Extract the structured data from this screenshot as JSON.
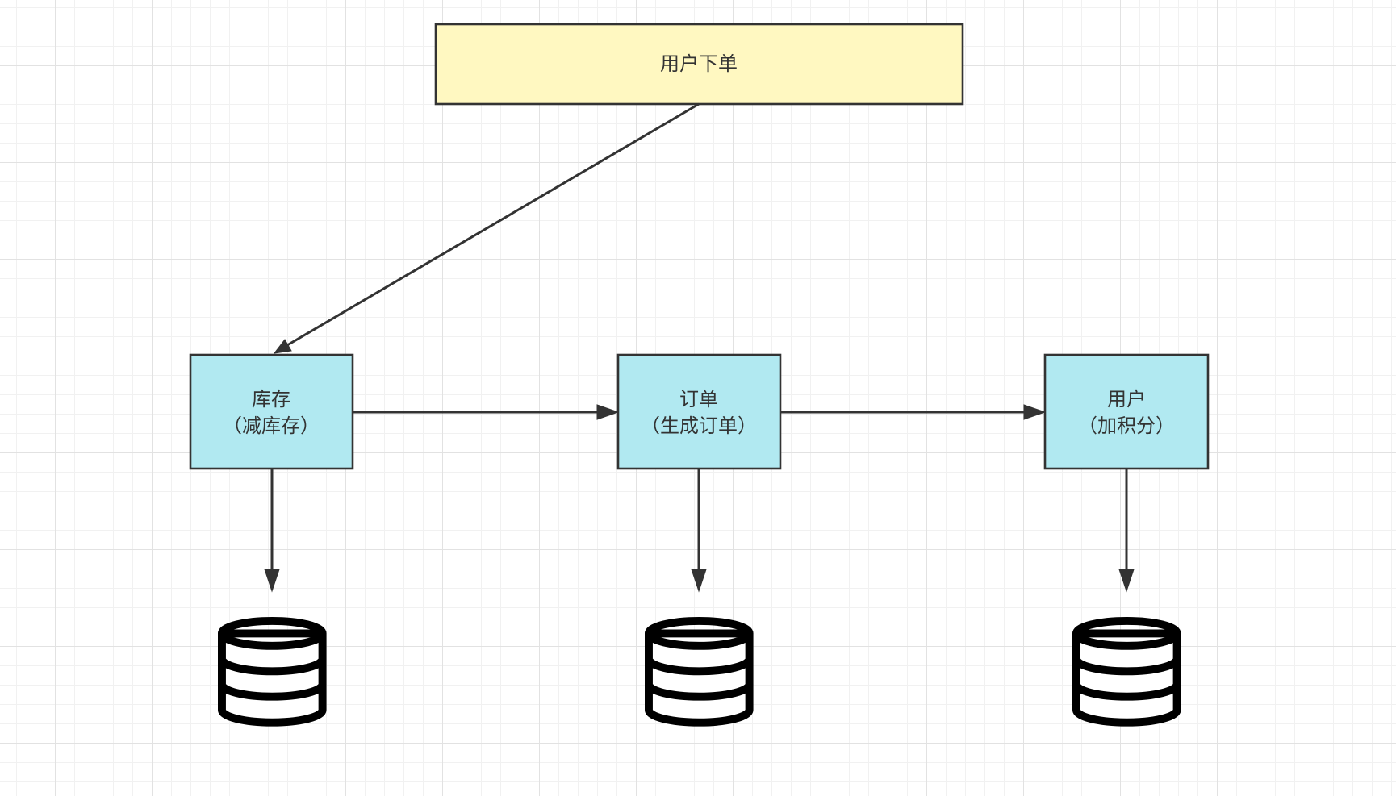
{
  "diagram": {
    "start": {
      "label": "用户下单"
    },
    "nodes": [
      {
        "title": "库存",
        "subtitle": "（减库存）",
        "icon": "database-icon"
      },
      {
        "title": "订单",
        "subtitle": "（生成订单）",
        "icon": "database-icon"
      },
      {
        "title": "用户",
        "subtitle": "（加积分）",
        "icon": "database-icon"
      }
    ]
  },
  "colors": {
    "start_fill": "#fff8c1",
    "node_fill": "#b1e9f1",
    "stroke": "#333333",
    "database": "#000000"
  }
}
